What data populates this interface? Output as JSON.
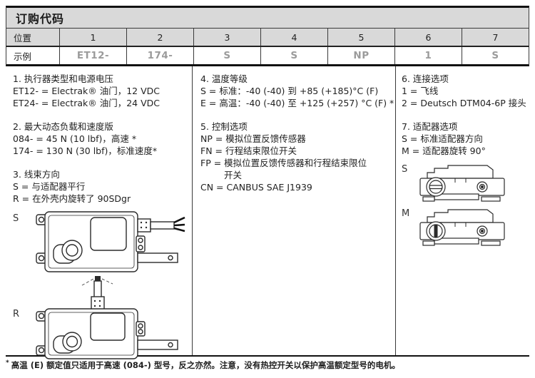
{
  "page": {
    "title": "订购代码",
    "footnote_marker": "*",
    "footnote": "高温 (E) 额定值只适用于高速 (084-) 型号，反之亦然。注意，没有热控开关以保护高温额定型号的电机。"
  },
  "table": {
    "position_label": "位置",
    "example_label": "示例",
    "positions": [
      "1",
      "2",
      "3",
      "4",
      "5",
      "6",
      "7"
    ],
    "examples": [
      "ET12-",
      "174-",
      "S",
      "S",
      "NP",
      "1",
      "S"
    ]
  },
  "columns": {
    "left": {
      "sections": [
        {
          "heading": "1. 执行器类型和电源电压",
          "lines": [
            "ET12- = Electrak® 油门，12 VDC",
            "ET24- = Electrak® 油门，24 VDC"
          ]
        },
        {
          "heading": "2. 最大动态负载和速度版",
          "lines": [
            "084- = 45 N (10 lbf)，高速 *",
            "174- = 130 N (30 lbf)，标准速度*"
          ]
        },
        {
          "heading": "3. 线束方向",
          "lines": [
            "S = 与适配器平行",
            "R = 在外壳内旋转了 90SDgr"
          ]
        }
      ],
      "diagram_labels": {
        "s": "S",
        "r": "R"
      }
    },
    "middle": {
      "sections": [
        {
          "heading": "4. 温度等级",
          "lines": [
            "S = 标准：-40 (-40) 到 +85 (+185)°C (F)",
            "E = 高温：-40 (-40) 至 +125 (+257) °C (F) *"
          ]
        },
        {
          "heading": "5. 控制选项",
          "lines": [
            "NP = 模拟位置反馈传感器",
            "FN = 行程结束限位开关",
            "FP = 模拟位置反馈传感器和行程结束限位",
            "开关",
            "CN = CANBUS SAE J1939"
          ]
        }
      ]
    },
    "right": {
      "sections": [
        {
          "heading": "6. 连接选项",
          "lines": [
            "1 = 飞线",
            "2 = Deutsch DTM04-6P 接头"
          ]
        },
        {
          "heading": "7. 适配器选项",
          "lines": [
            "S = 标准适配器方向",
            "M = 适配器旋转 90°"
          ]
        }
      ],
      "diagram_labels": {
        "s": "S",
        "m": "M"
      }
    }
  }
}
